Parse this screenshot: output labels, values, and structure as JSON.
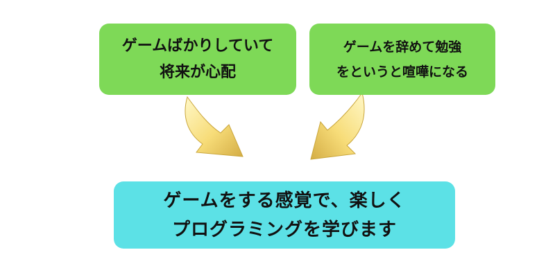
{
  "colors": {
    "green_box": "#7ed957",
    "cyan_box": "#5ce1e6",
    "arrow_light": "#fff3b0",
    "arrow_mid": "#f5d76e",
    "arrow_dark": "#c9a53a"
  },
  "boxes": {
    "left": {
      "line1": "ゲームばかりしていて",
      "line2": "将来が心配"
    },
    "right": {
      "line1": "ゲームを辞めて勉強",
      "line2": "をというと喧嘩になる"
    },
    "bottom": {
      "line1": "ゲームをする感覚で、楽しく",
      "line2": "プログラミングを学びます"
    }
  },
  "icons": {
    "left_arrow": "curved-arrow-down-right-icon",
    "right_arrow": "curved-arrow-down-left-icon"
  }
}
